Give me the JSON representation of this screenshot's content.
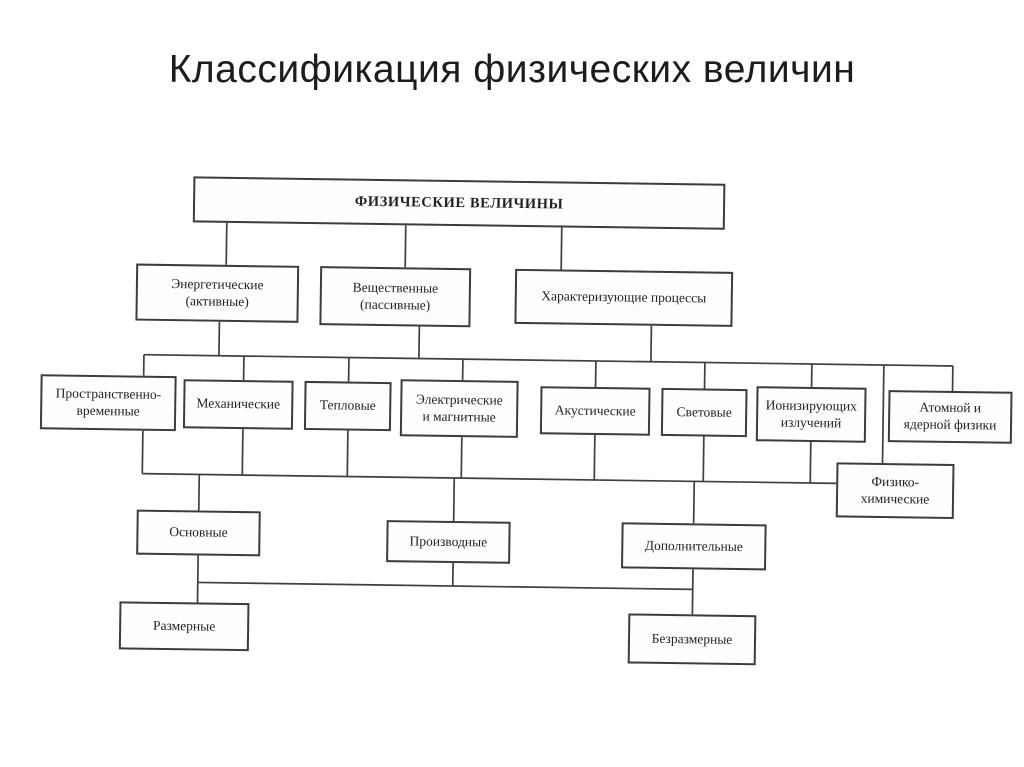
{
  "title": "Классификация физических величин",
  "diagram": {
    "nodes": {
      "root": "ФИЗИЧЕСКИЕ ВЕЛИЧИНЫ",
      "energeticheskie": "Энергетические\n(активные)",
      "veshchestvennye": "Вещественные\n(пассивные)",
      "kharakterizuyushchie": "Характеризующие процессы",
      "prostranstvenno_vremennye": "Пространственно-\nвременные",
      "mekhanicheskie": "Механические",
      "teplovye": "Тепловые",
      "elektricheskie_i_magnitnye": "Электрические\nи магнитные",
      "akusticheskie": "Акустические",
      "svetovye": "Световые",
      "ioniziruyushchikh_izlucheniy": "Ионизирующих\nизлучений",
      "atomnoy_i_yadernoy_fiziki": "Атомной и\nядерной физики",
      "fiziko_khimicheskie": "Физико-\nхимические",
      "osnovnye": "Основные",
      "proizvodnye": "Производные",
      "dopolnitelnye": "Дополнительные",
      "razmernye": "Размерные",
      "bezrazmernye": "Безразмерные"
    },
    "levels": [
      [
        "root"
      ],
      [
        "energeticheskie",
        "veshchestvennye",
        "kharakterizuyushchie"
      ],
      [
        "prostranstvenno_vremennye",
        "mekhanicheskie",
        "teplovye",
        "elektricheskie_i_magnitnye",
        "akusticheskie",
        "svetovye",
        "ioniziruyushchikh_izlucheniy",
        "atomnoy_i_yadernoy_fiziki",
        "fiziko_khimicheskie"
      ],
      [
        "osnovnye",
        "proizvodnye",
        "dopolnitelnye"
      ],
      [
        "razmernye",
        "bezrazmernye"
      ]
    ]
  }
}
